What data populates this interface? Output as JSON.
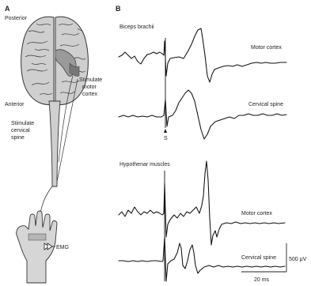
{
  "panels": {
    "a": "A",
    "b": "B"
  },
  "panel_a": {
    "posterior": "Posterior",
    "anterior": "Anterior",
    "stimulate_motor_cortex": [
      "Stimulate",
      "motor",
      "cortex"
    ],
    "stimulate_cervical_spine": [
      "Stimulate",
      "cervical",
      "spine"
    ],
    "emg": "EMG"
  },
  "panel_b": {
    "biceps": "Biceps brachii",
    "hypothenar": "Hypothenar muscles",
    "motor_cortex": "Motor cortex",
    "cervical_spine": "Cervical spine",
    "stimulus_mark": "S",
    "scale_amplitude": "500 μV",
    "scale_time": "20 ms"
  }
}
